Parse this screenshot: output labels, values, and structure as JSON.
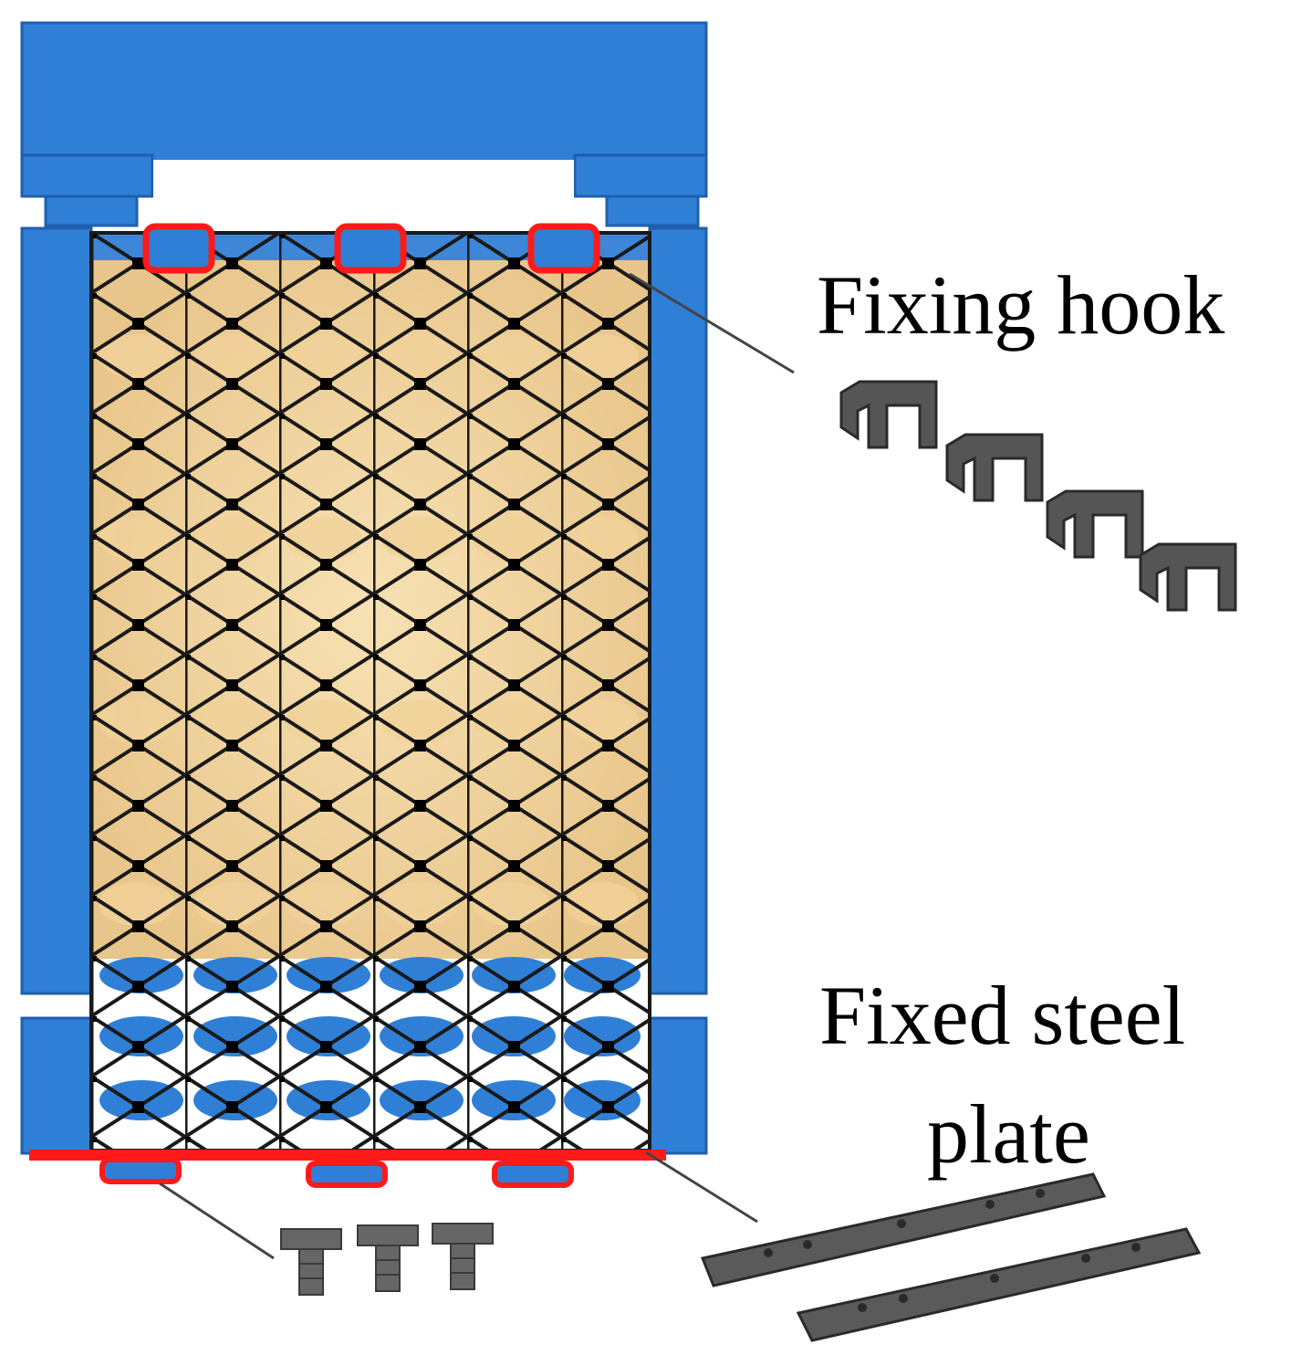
{
  "labels": {
    "fixing_hook": "Fixing hook",
    "fixed_steel_plate_line1": "Fixed steel",
    "fixed_steel_plate_line2": "plate"
  },
  "colors": {
    "frame_blue": "#2f7fd6",
    "frame_blue_dark": "#1f5fae",
    "fill_sand": "#f3d9a4",
    "mesh_black": "#1a1a1a",
    "highlight_red": "#ff1a1a",
    "part_gray": "#555555"
  },
  "parts": [
    {
      "name": "loading-frame",
      "icon": "frame"
    },
    {
      "name": "gabion-mesh",
      "icon": "mesh"
    },
    {
      "name": "fixing-hook",
      "icon": "hook-icon"
    },
    {
      "name": "fixed-steel-plate",
      "icon": "plate-icon"
    },
    {
      "name": "bolt",
      "icon": "bolt-icon"
    }
  ]
}
